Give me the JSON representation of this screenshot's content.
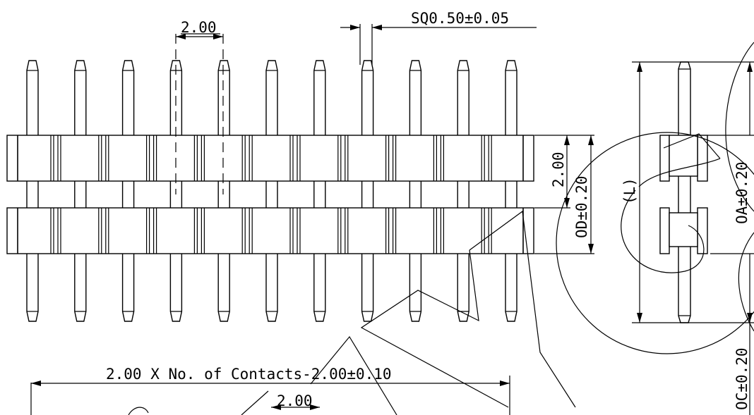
{
  "dimensions": {
    "pitch_top": "2.00",
    "pin_square": "SQ0.50±0.05",
    "row_pitch": "2.00",
    "od": "OD±0.20",
    "oa": "OA±0.20",
    "oc": "OC±0.20",
    "l_label": "(L)",
    "overall_length": "2.00 X No. of Contacts-2.00±0.10",
    "pitch_bottom": "2.00"
  },
  "pin_count": 11
}
